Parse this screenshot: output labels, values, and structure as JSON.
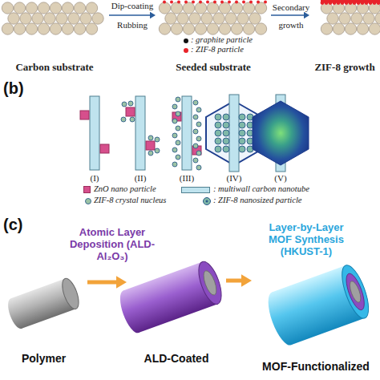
{
  "diagram": {
    "nodes": [
      {
        "text": [
          "Carbon substrate"
        ]
      },
      {
        "text": [
          "Seeded substrate"
        ]
      },
      {
        "text": [
          "ZIF-8 growth"
        ]
      },
      {
        "text": [
          "Polymer"
        ]
      },
      {
        "text": [
          "ALD-Coated"
        ]
      },
      {
        "text": [
          "MOF-Functionalized"
        ]
      }
    ],
    "edges": [
      {
        "from": 0,
        "to": 1,
        "arrow": "to"
      },
      {
        "from": 1,
        "to": 2,
        "arrow": "to"
      },
      {
        "from": 3,
        "to": 4,
        "arrow": "to"
      },
      {
        "from": 4,
        "to": 5,
        "arrow": "to"
      }
    ],
    "labels": [
      "Dip-coating",
      "Rubbing",
      "Secondary growth",
      "(b)",
      "(I)",
      "(II)",
      "(III)",
      "(IV)",
      "(V)",
      "(c)",
      "Atomic Layer Deposition (ALD-Al₂O₃)",
      "Layer-by-Layer MOF Synthesis (HKUST-1)"
    ],
    "legend": [
      {
        "text": ": graphite particle",
        "color": "#111111"
      },
      {
        "text": ": ZIF-8 particle",
        "color": "#e8232a"
      },
      {
        "text": "ZnO nano particle",
        "color": "#d64f8c"
      },
      {
        "text": ": multiwall carbon nanotube",
        "color": "#bfe3ee"
      },
      {
        "text": "ZIF-8 crystal nucleus"
      },
      {
        "text": ": ZIF-8 nanosized particle"
      }
    ]
  }
}
